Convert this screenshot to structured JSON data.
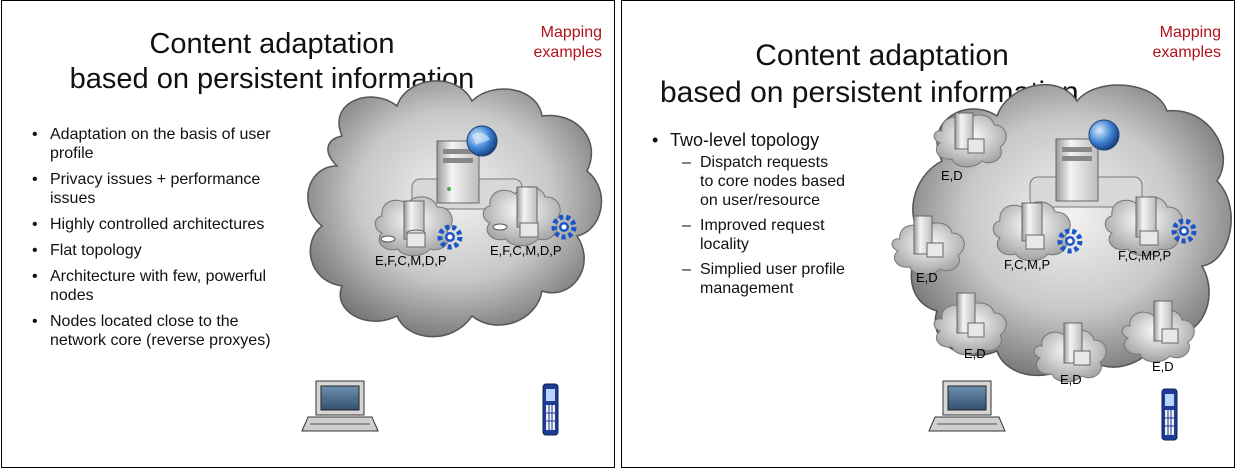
{
  "left": {
    "title_line1": "Content adaptation",
    "title_line2": "based on persistent information",
    "tag_line1": "Mapping",
    "tag_line2": "examples",
    "bullets": [
      "Adaptation on the basis of user profile",
      "Privacy issues + performance issues",
      "Highly controlled architectures",
      "Flat topology",
      "Architecture with few, powerful nodes",
      "Nodes located close to the network core (reverse proxyes)"
    ],
    "node_labels": [
      "E,F,C,M,D,P",
      "E,F,C,M,D,P"
    ]
  },
  "right": {
    "title_line1": "Content adaptation",
    "title_line2": "based on persistent information",
    "tag_line1": "Mapping",
    "tag_line2": "examples",
    "bullet": "Two-level topology",
    "sub_bullets": [
      "Dispatch requests to core nodes based on user/resource",
      "Improved request locality",
      "Simplied user profile management"
    ],
    "node_labels": {
      "edge_top": "E,D",
      "core_a": "F,C,M,P",
      "core_b": "F,C,MP,P",
      "edge_left": "E,D",
      "edge_bl": "E,D",
      "edge_bc": "E,D",
      "edge_br": "E,D"
    }
  },
  "colors": {
    "tag": "#b0121b",
    "cloud_dark": "#6e6e6e",
    "cloud_light": "#e6e6e6",
    "gear": "#1a55c8"
  }
}
